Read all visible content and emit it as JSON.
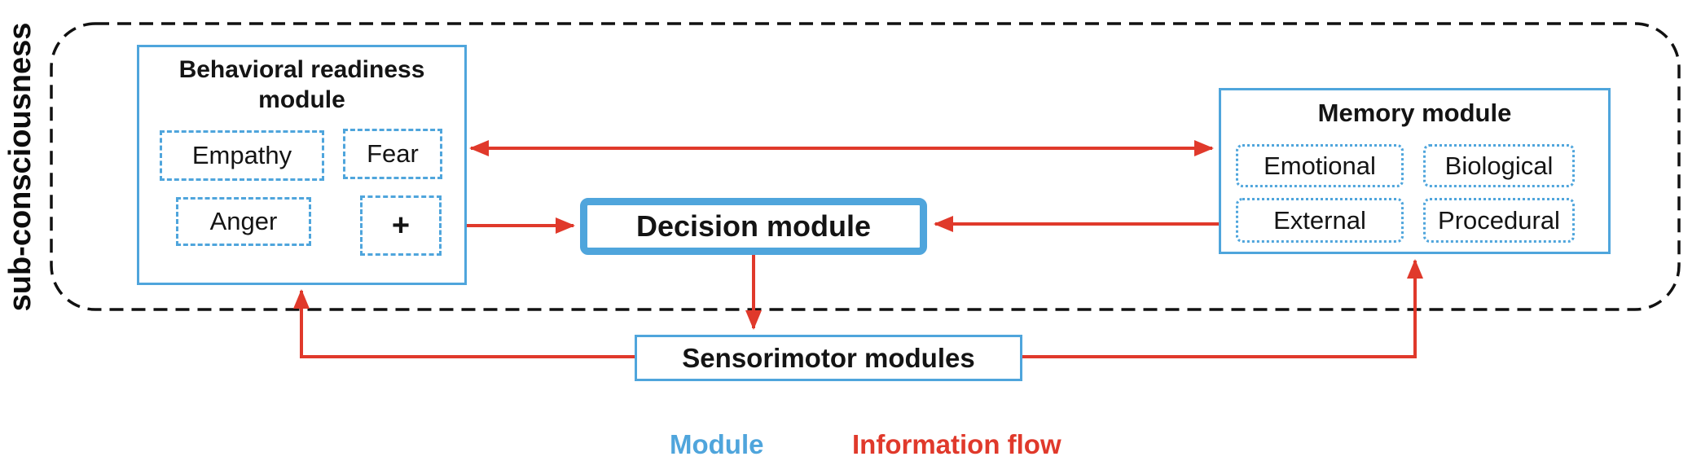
{
  "diagram": {
    "boundary_label": "sub-consciousness",
    "behavioral_module": {
      "title": "Behavioral readiness module",
      "items": [
        "Empathy",
        "Fear",
        "Anger",
        "+"
      ]
    },
    "memory_module": {
      "title": "Memory module",
      "items": [
        "Emotional",
        "Biological",
        "External",
        "Procedural"
      ]
    },
    "decision_module": {
      "title": "Decision module"
    },
    "sensorimotor_module": {
      "title": "Sensorimotor modules"
    },
    "legend": [
      {
        "label": "Module",
        "color": "#4FA5DC"
      },
      {
        "label": "Information flow",
        "color": "#E0392B"
      }
    ],
    "flows": [
      {
        "from": "Behavioral readiness module",
        "to": "Memory module",
        "bidirectional": true
      },
      {
        "from": "Behavioral readiness module",
        "to": "Decision module",
        "bidirectional": false
      },
      {
        "from": "Memory module",
        "to": "Decision module",
        "bidirectional": false
      },
      {
        "from": "Decision module",
        "to": "Sensorimotor modules",
        "bidirectional": false
      },
      {
        "from": "Sensorimotor modules",
        "to": "Behavioral readiness module",
        "bidirectional": false
      },
      {
        "from": "Sensorimotor modules",
        "to": "Memory module",
        "bidirectional": false
      }
    ],
    "colors": {
      "module_border_blue": "#4FA5DC",
      "information_flow_red": "#E0392B",
      "boundary_dash_black": "#111111"
    }
  }
}
